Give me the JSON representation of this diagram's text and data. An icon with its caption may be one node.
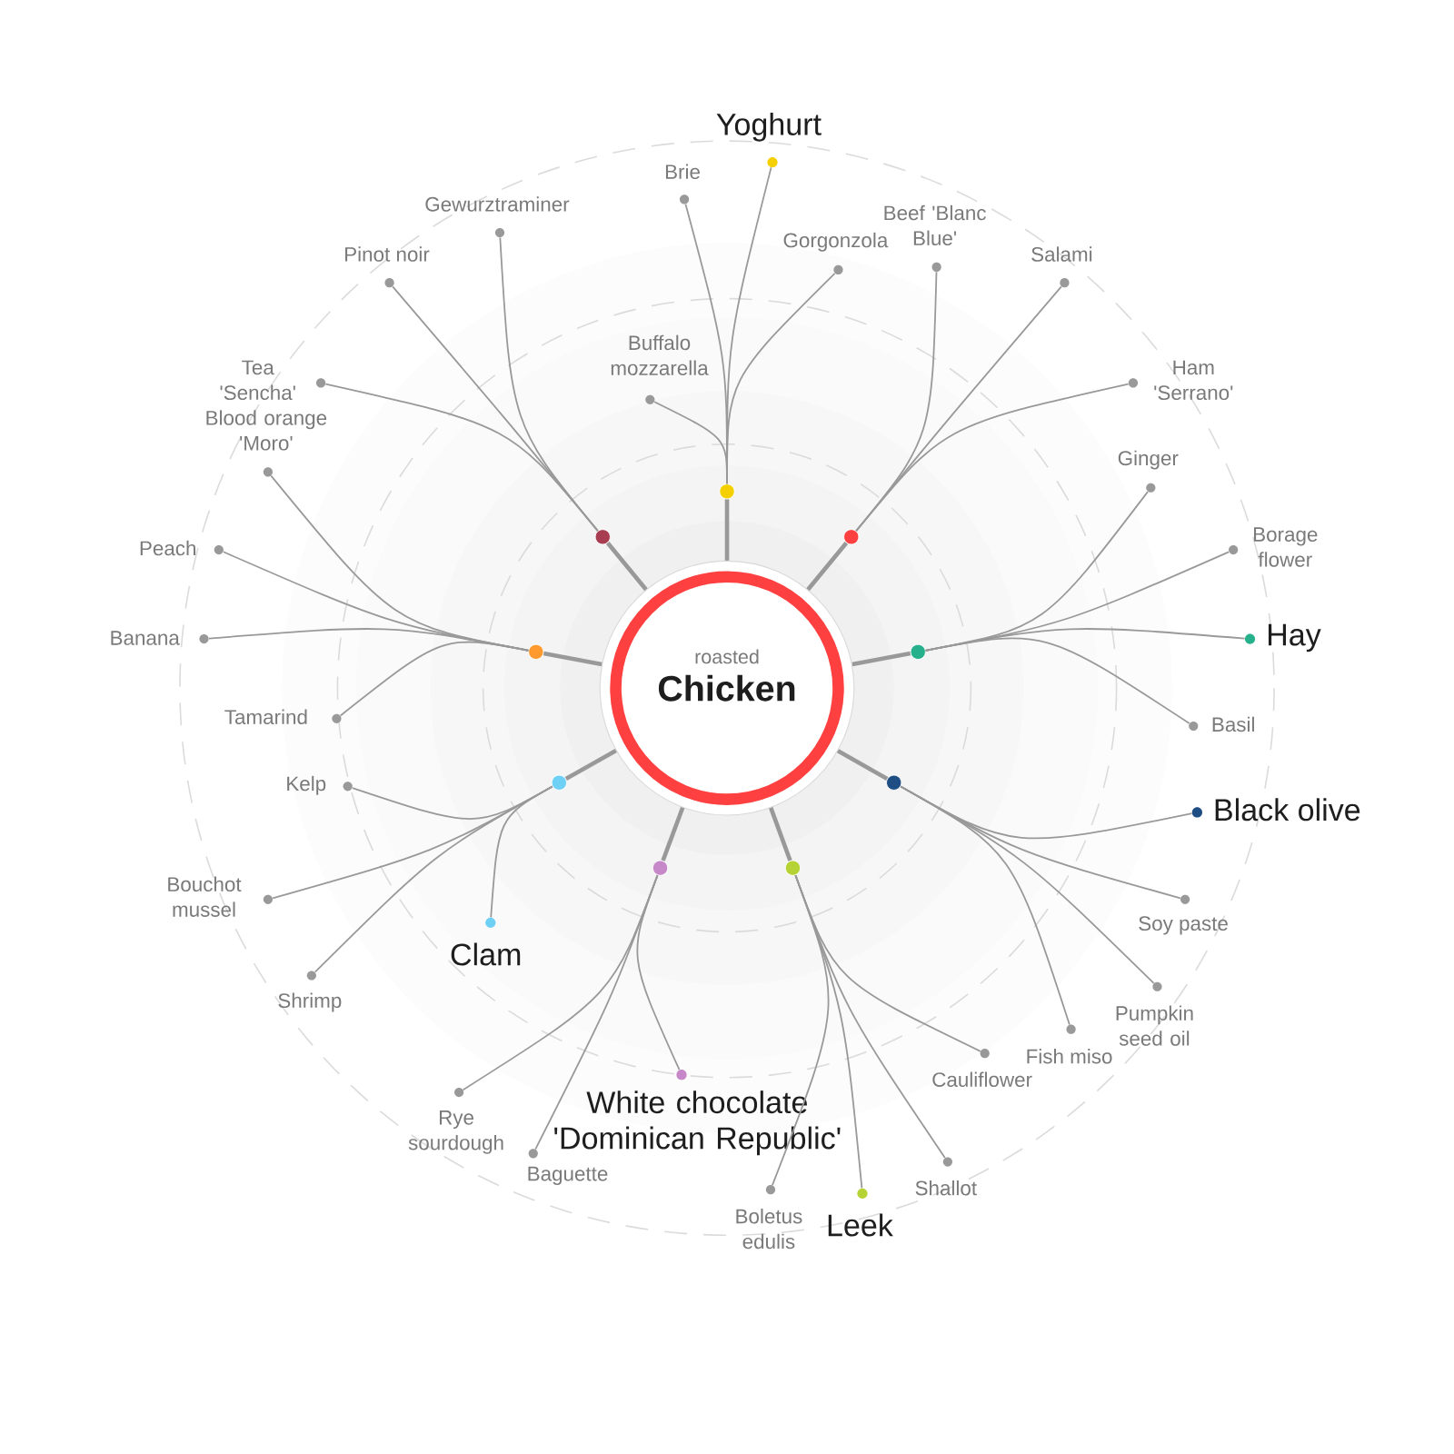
{
  "diagram": {
    "nodes": [
      {
        "text": [
          "roasted",
          "Chicken"
        ]
      },
      {
        "text": [],
        "shape": "circle"
      },
      {
        "text": [],
        "shape": "circle"
      },
      {
        "text": [],
        "shape": "circle"
      },
      {
        "text": [],
        "shape": "circle"
      },
      {
        "text": [],
        "shape": "circle"
      },
      {
        "text": [],
        "shape": "circle"
      },
      {
        "text": [],
        "shape": "circle"
      },
      {
        "text": [],
        "shape": "circle"
      },
      {
        "text": [],
        "shape": "circle"
      },
      {
        "text": [
          "Yoghurt"
        ]
      },
      {
        "text": [
          "Brie"
        ]
      },
      {
        "text": [
          "Gorgonzola"
        ]
      },
      {
        "text": [
          "Buffalo mozzarella"
        ]
      },
      {
        "text": [
          "Beef 'Blanc Blue'"
        ]
      },
      {
        "text": [
          "Salami"
        ]
      },
      {
        "text": [
          "Ham 'Serrano'"
        ]
      },
      {
        "text": [
          "Ginger"
        ]
      },
      {
        "text": [
          "Borage flower"
        ]
      },
      {
        "text": [
          "Hay"
        ]
      },
      {
        "text": [
          "Basil"
        ]
      },
      {
        "text": [
          "Black olive"
        ]
      },
      {
        "text": [
          "Soy paste"
        ]
      },
      {
        "text": [
          "Pumpkin seed oil"
        ]
      },
      {
        "text": [
          "Fish miso"
        ]
      },
      {
        "text": [
          "Cauliflower"
        ]
      },
      {
        "text": [
          "Shallot"
        ]
      },
      {
        "text": [
          "Leek"
        ]
      },
      {
        "text": [
          "Boletus edulis"
        ]
      },
      {
        "text": [
          "White chocolate 'Dominican Republic'"
        ]
      },
      {
        "text": [
          "Baguette"
        ]
      },
      {
        "text": [
          "Rye sourdough"
        ]
      },
      {
        "text": [
          "Clam"
        ]
      },
      {
        "text": [
          "Shrimp"
        ]
      },
      {
        "text": [
          "Bouchot mussel"
        ]
      },
      {
        "text": [
          "Kelp"
        ]
      },
      {
        "text": [
          "Tamarind"
        ]
      },
      {
        "text": [
          "Banana"
        ]
      },
      {
        "text": [
          "Peach"
        ]
      },
      {
        "text": [
          "Blood orange 'Moro'"
        ]
      },
      {
        "text": [
          "Tea 'Sencha'"
        ]
      },
      {
        "text": [
          "Pinot noir"
        ]
      },
      {
        "text": [
          "Gewurztraminer"
        ]
      }
    ],
    "edges": [
      {
        "from": 0,
        "to": 1,
        "arrow": "none",
        "style": "thick"
      },
      {
        "from": 0,
        "to": 2,
        "arrow": "none",
        "style": "thick"
      },
      {
        "from": 0,
        "to": 3,
        "arrow": "none",
        "style": "thick"
      },
      {
        "from": 0,
        "to": 4,
        "arrow": "none",
        "style": "thick"
      },
      {
        "from": 0,
        "to": 5,
        "arrow": "none",
        "style": "thick"
      },
      {
        "from": 0,
        "to": 6,
        "arrow": "none",
        "style": "thick"
      },
      {
        "from": 0,
        "to": 7,
        "arrow": "none",
        "style": "thick"
      },
      {
        "from": 0,
        "to": 8,
        "arrow": "none",
        "style": "thick"
      },
      {
        "from": 0,
        "to": 9,
        "arrow": "none",
        "style": "thick"
      },
      {
        "from": 1,
        "to": 10,
        "arrow": "none"
      },
      {
        "from": 1,
        "to": 11,
        "arrow": "none"
      },
      {
        "from": 1,
        "to": 12,
        "arrow": "none"
      },
      {
        "from": 1,
        "to": 13,
        "arrow": "none"
      },
      {
        "from": 2,
        "to": 14,
        "arrow": "none"
      },
      {
        "from": 2,
        "to": 15,
        "arrow": "none"
      },
      {
        "from": 2,
        "to": 16,
        "arrow": "none"
      },
      {
        "from": 3,
        "to": 17,
        "arrow": "none"
      },
      {
        "from": 3,
        "to": 18,
        "arrow": "none"
      },
      {
        "from": 3,
        "to": 19,
        "arrow": "none"
      },
      {
        "from": 3,
        "to": 20,
        "arrow": "none"
      },
      {
        "from": 4,
        "to": 21,
        "arrow": "none"
      },
      {
        "from": 4,
        "to": 22,
        "arrow": "none"
      },
      {
        "from": 4,
        "to": 23,
        "arrow": "none"
      },
      {
        "from": 4,
        "to": 24,
        "arrow": "none"
      },
      {
        "from": 5,
        "to": 25,
        "arrow": "none"
      },
      {
        "from": 5,
        "to": 26,
        "arrow": "none"
      },
      {
        "from": 5,
        "to": 27,
        "arrow": "none"
      },
      {
        "from": 5,
        "to": 28,
        "arrow": "none"
      },
      {
        "from": 6,
        "to": 29,
        "arrow": "none"
      },
      {
        "from": 6,
        "to": 30,
        "arrow": "none"
      },
      {
        "from": 6,
        "to": 31,
        "arrow": "none"
      },
      {
        "from": 7,
        "to": 32,
        "arrow": "none"
      },
      {
        "from": 7,
        "to": 33,
        "arrow": "none"
      },
      {
        "from": 7,
        "to": 34,
        "arrow": "none"
      },
      {
        "from": 7,
        "to": 35,
        "arrow": "none"
      },
      {
        "from": 8,
        "to": 36,
        "arrow": "none"
      },
      {
        "from": 8,
        "to": 37,
        "arrow": "none"
      },
      {
        "from": 8,
        "to": 38,
        "arrow": "none"
      },
      {
        "from": 8,
        "to": 39,
        "arrow": "none"
      },
      {
        "from": 9,
        "to": 40,
        "arrow": "none"
      },
      {
        "from": 9,
        "to": 41,
        "arrow": "none"
      },
      {
        "from": 9,
        "to": 42,
        "arrow": "none"
      }
    ]
  }
}
